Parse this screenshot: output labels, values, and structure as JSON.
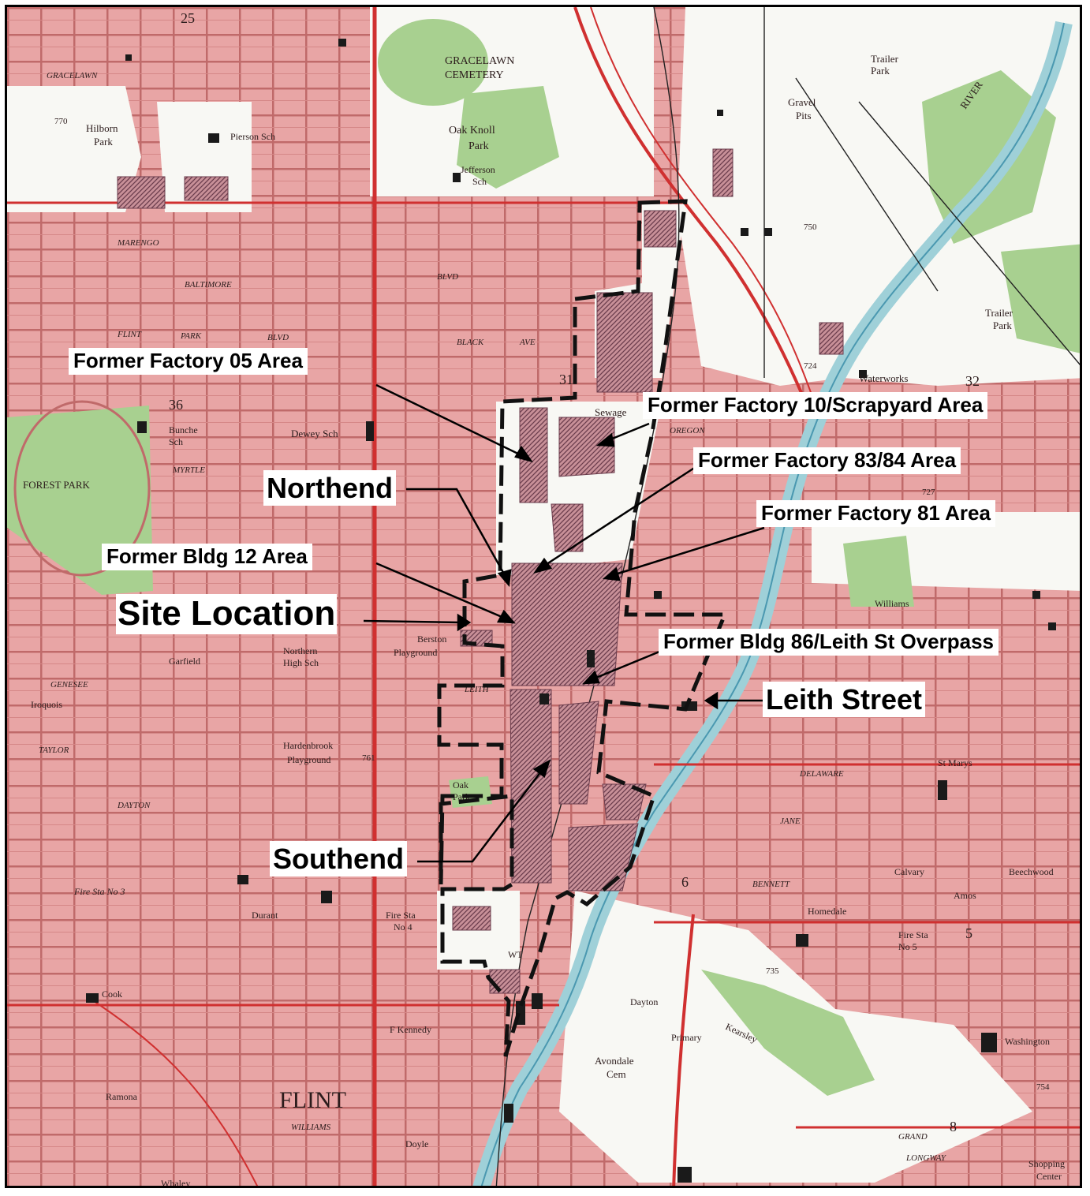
{
  "labels": {
    "f05": "Former Factory 05 Area",
    "f10": "Former Factory 10/Scrapyard Area",
    "f8384": "Former Factory 83/84 Area",
    "northend": "Northend",
    "f81": "Former Factory 81 Area",
    "bldg12": "Former Bldg 12 Area",
    "site": "Site Location",
    "bldg86": "Former Bldg 86/Leith St Overpass",
    "leith": "Leith Street",
    "southend": "Southend"
  },
  "map_text": {
    "gracelawn_cem": "GRACELAWN",
    "cemetery": "CEMETERY",
    "gracelawn_road": "GRACELAWN",
    "trailer_park_top": "Trailer",
    "park_word": "Park",
    "gravel_pits": "Gravel",
    "pits_word": "Pits",
    "river": "RIVER",
    "oak_knoll": "Oak Knoll",
    "hilborn": "Hilborn",
    "pierson": "Pierson Sch",
    "jefferson": "Jefferson",
    "sch": "Sch",
    "marengo": "MARENGO",
    "baltimore": "BALTIMORE",
    "blvd": "BLVD",
    "flint_road": "FLINT",
    "park_road": "PARK",
    "waterworks": "Waterworks",
    "trailer_park_right": "Trailer",
    "sewage": "Sewage",
    "oregon": "OREGON",
    "dewey": "Dewey Sch",
    "forest_park": "FOREST PARK",
    "bunche": "Bunche",
    "myrtle": "MYRTLE",
    "garfield": "Garfield",
    "northern": "Northern",
    "high_sch": "High Sch",
    "genesee": "GENESEE",
    "iroquois": "Iroquois",
    "taylor": "TAYLOR",
    "dayton": "DAYTON",
    "hardenbrook": "Hardenbrook",
    "playground": "Playground",
    "delaware": "DELAWARE",
    "st_marys": "St Marys",
    "jane": "JANE",
    "bennett": "BENNETT",
    "calvary": "Calvary",
    "amos": "Amos",
    "beechwood": "Beechwood",
    "fire_sta_3": "Fire Sta No 3",
    "fire_sta_4": "Fire Sta",
    "no_4": "No 4",
    "fire_sta_5": "Fire Sta",
    "no_5": "No 5",
    "durant": "Durant",
    "homedale": "Homedale",
    "dayton_park": "Dayton",
    "primary": "Primary",
    "kearsley": "Kearsley",
    "avondale": "Avondale",
    "cem": "Cem",
    "kennedy": "F Kennedy",
    "cook": "Cook",
    "ramona": "Ramona",
    "flint_city": "FLINT",
    "williams": "WILLIAMS",
    "doyle": "Doyle",
    "whaley": "Whaley",
    "grand": "GRAND",
    "longway": "LONGWAY",
    "shopping": "Shopping",
    "center": "Center",
    "washington": "Washington",
    "williams_sch": "Williams",
    "berston": "Berston",
    "playground2": "Playground",
    "oak_park": "Oak",
    "leith_road": "LEITH",
    "black": "BLACK",
    "ave": "AVE",
    "wt": "WT",
    "n25": "25",
    "n36": "36",
    "n31": "31",
    "n32": "32",
    "n6": "6",
    "n5": "5",
    "n8": "8",
    "e770": "770",
    "e750": "750",
    "e724": "724",
    "e727": "727",
    "e761": "761",
    "e754": "754",
    "e735": "735"
  },
  "colors": {
    "urban": "#e8a5a5",
    "street": "#c06a6a",
    "main_road": "#d03030",
    "river": "#9fd0d8",
    "vegetation": "#a8d090",
    "white_area": "#f8f8f4",
    "boundary": "#111111"
  }
}
